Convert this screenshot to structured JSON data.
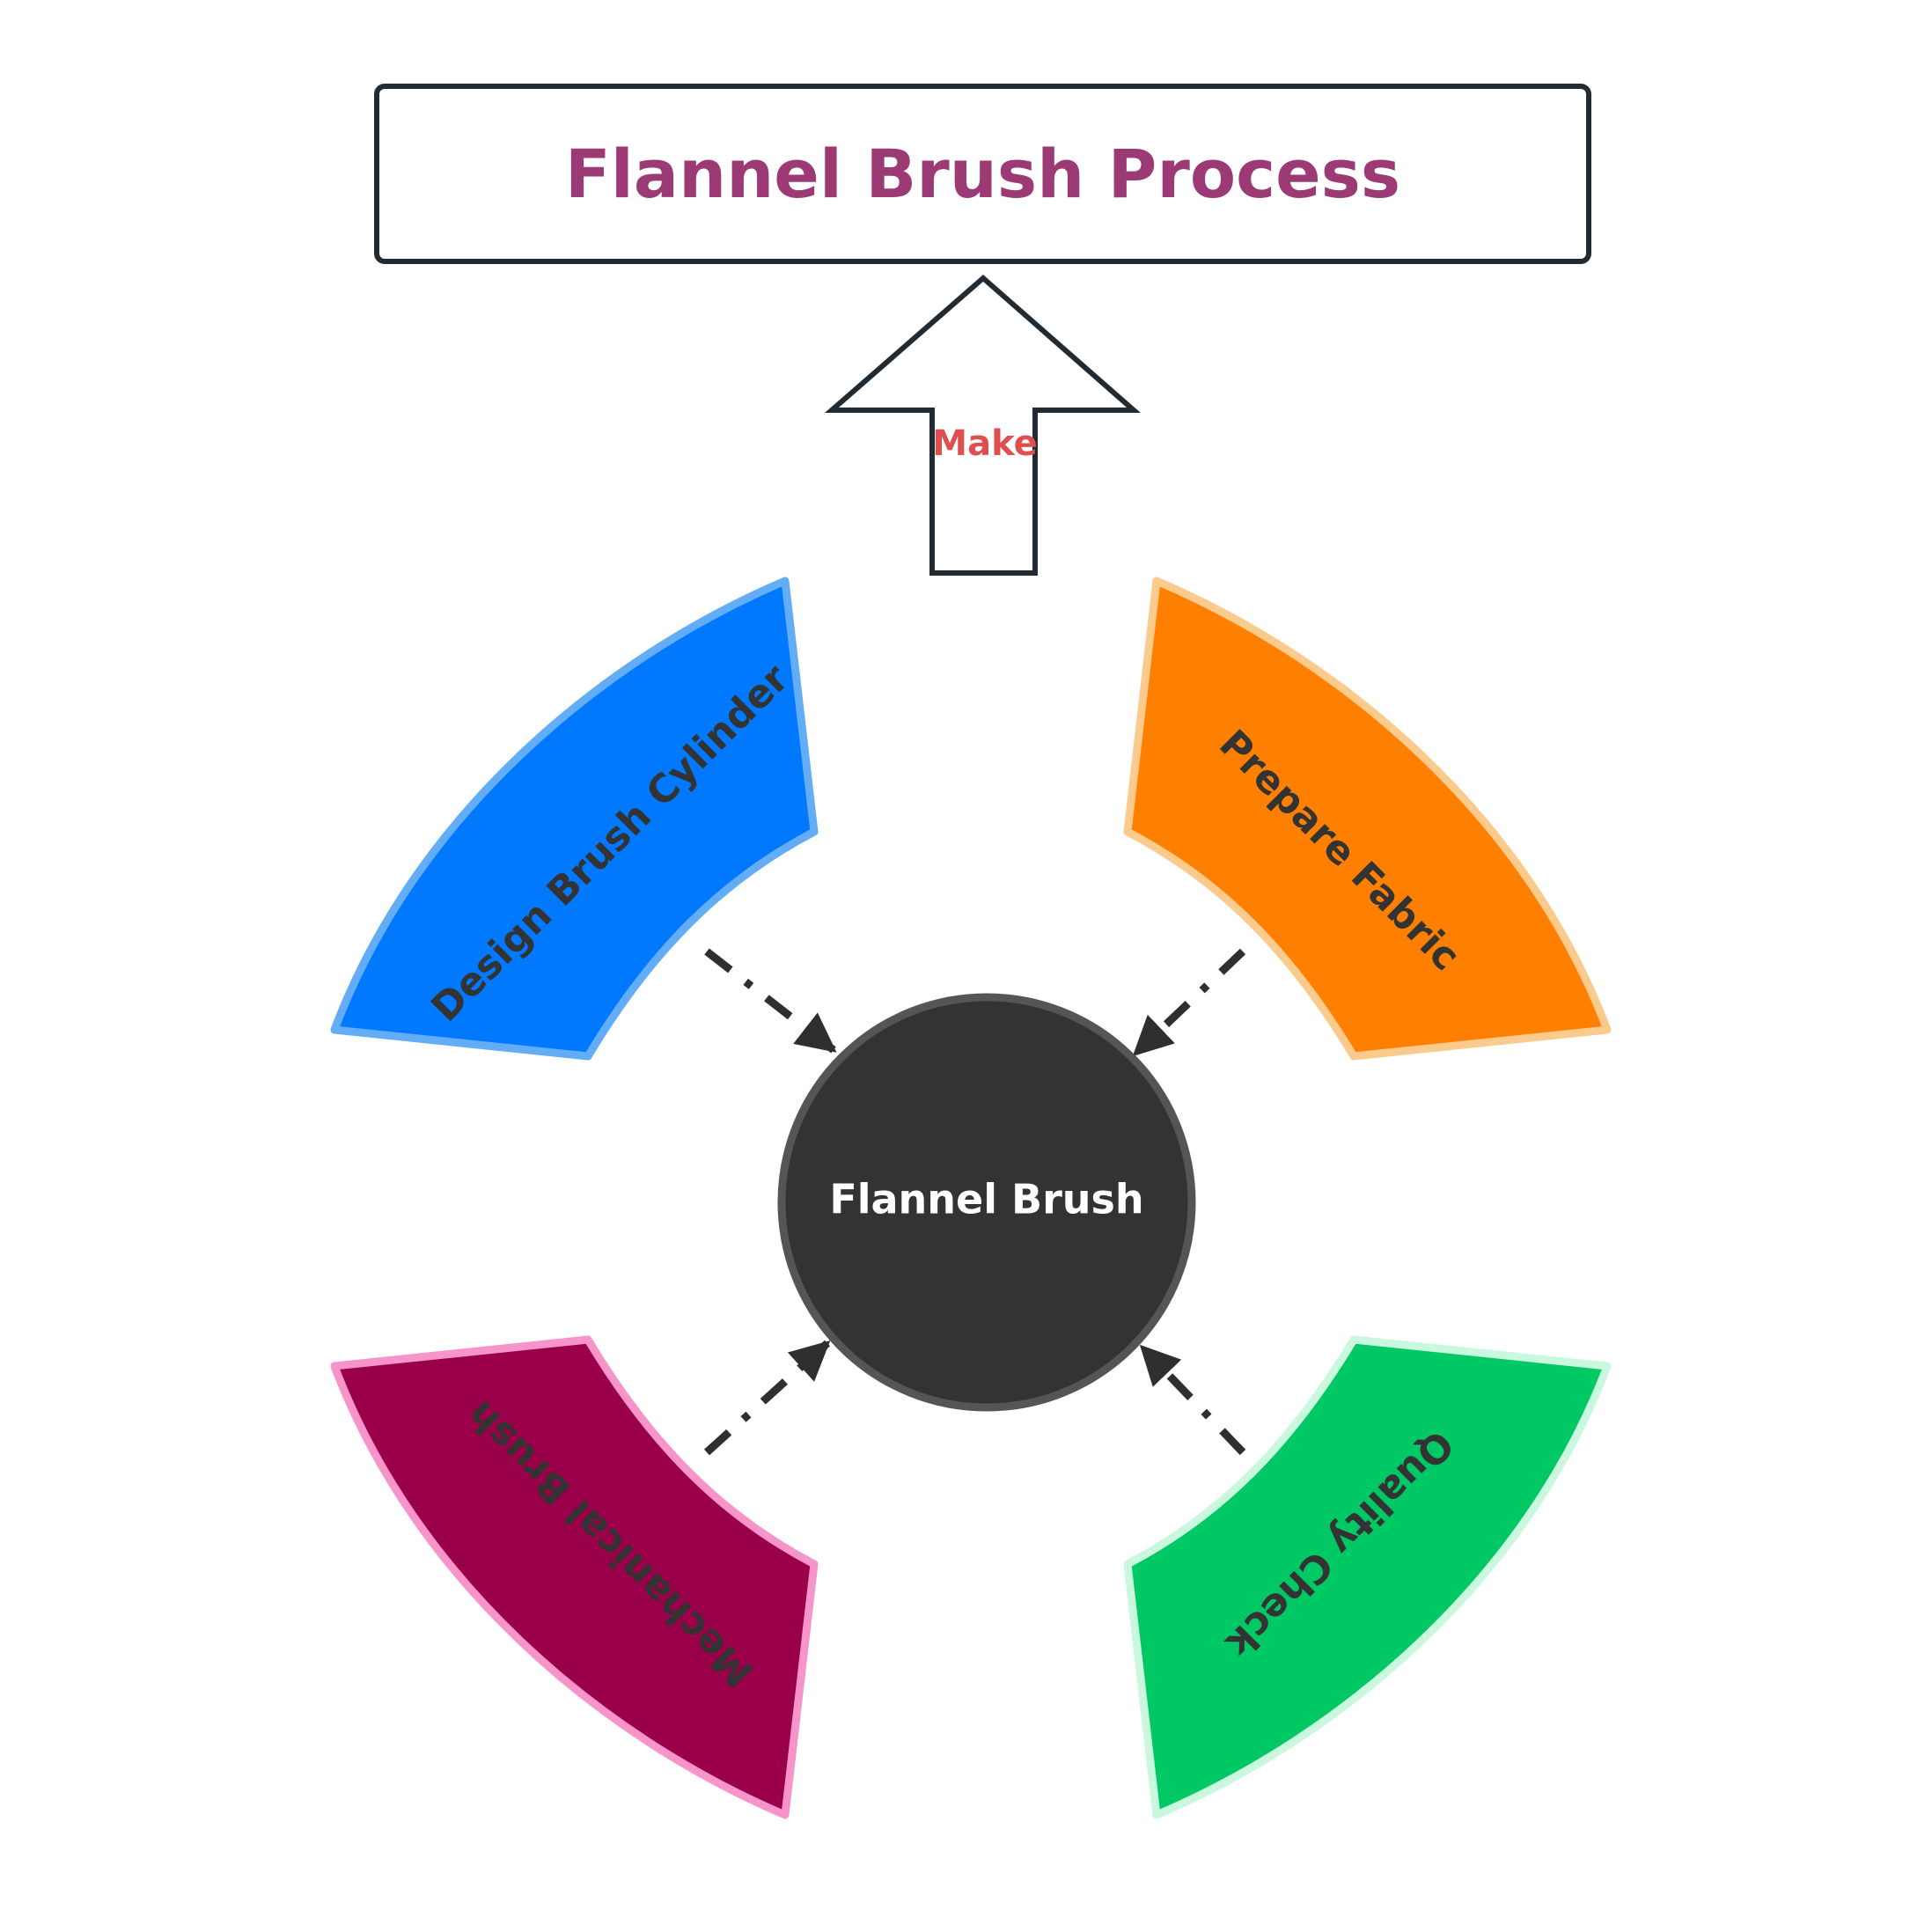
{
  "title": {
    "text": "Flannel Brush Process",
    "color": "#9b3a74"
  },
  "arrow": {
    "label": "Make",
    "label_color": "#e04f4f",
    "stroke": "#222a32"
  },
  "center": {
    "label": "Flannel Brush",
    "fill": "#333333",
    "stroke": "#555555",
    "text_color": "#ffffff"
  },
  "segments": [
    {
      "id": "design",
      "label": "Design Brush Cylinder",
      "fill": "#0079ff",
      "stroke": "#62adf6",
      "text_color": "#333333"
    },
    {
      "id": "prepare",
      "label": "Prepare Fabric",
      "fill": "#ff8000",
      "stroke": "#fbcb8e",
      "text_color": "#333333"
    },
    {
      "id": "quality",
      "label": "Quality Check",
      "fill": "#00c864",
      "stroke": "#c9f8df",
      "text_color": "#333333"
    },
    {
      "id": "mechanical",
      "label": "Mechanical Brush",
      "fill": "#990049",
      "stroke": "#f794c9",
      "text_color": "#333333"
    }
  ],
  "connector_color": "#2f2f2f"
}
